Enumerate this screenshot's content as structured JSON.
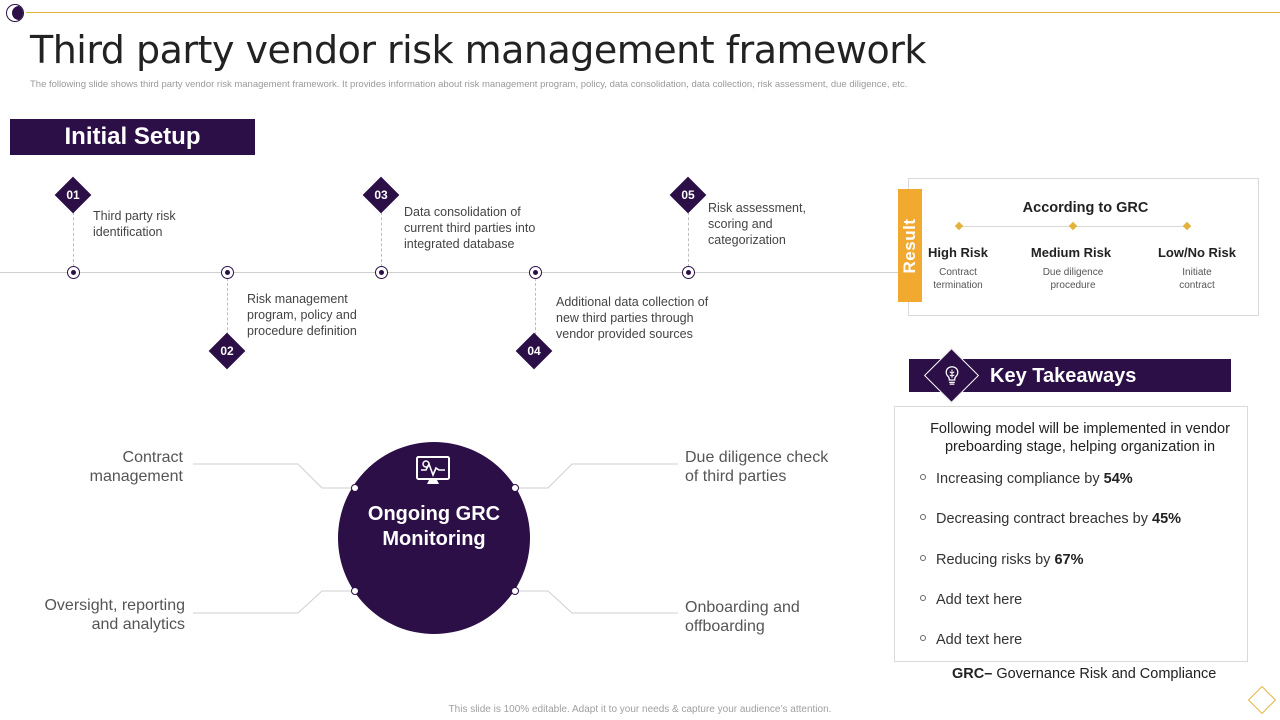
{
  "header": {
    "title": "Third party vendor risk management framework",
    "subtitle": "The following slide shows third party vendor risk management  framework. It provides information about risk management  program, policy, data consolidation, data collection, risk assessment, due diligence, etc."
  },
  "setup": {
    "banner": "Initial Setup",
    "steps": [
      {
        "num": "01",
        "text": "Third party risk identification"
      },
      {
        "num": "02",
        "text": "Risk management program, policy and procedure definition"
      },
      {
        "num": "03",
        "text": "Data consolidation of current third parties into integrated database"
      },
      {
        "num": "04",
        "text": "Additional data collection of new third parties through vendor provided sources"
      },
      {
        "num": "05",
        "text": "Risk assessment, scoring and categorization"
      }
    ]
  },
  "result": {
    "tab": "Result",
    "title": "According to GRC",
    "risks": [
      {
        "label": "High Risk",
        "desc": "Contract termination"
      },
      {
        "label": "Medium Risk",
        "desc": "Due diligence procedure"
      },
      {
        "label": "Low/No Risk",
        "desc": "Initiate contract"
      }
    ]
  },
  "monitoring": {
    "title": "Ongoing GRC Monitoring",
    "left_top": "Contract management",
    "left_bottom": "Oversight, reporting and analytics",
    "right_top": "Due diligence check of third parties",
    "right_bottom": "Onboarding and offboarding"
  },
  "takeaways": {
    "banner": "Key Takeaways",
    "intro": "Following model will be implemented in vendor preboarding stage, helping organization in",
    "items": [
      {
        "text": "Increasing compliance by ",
        "value": "54%"
      },
      {
        "text": "Decreasing contract breaches by ",
        "value": "45%"
      },
      {
        "text": "Reducing risks by ",
        "value": "67%"
      },
      {
        "text": "Add text here",
        "value": ""
      },
      {
        "text": "Add text here",
        "value": ""
      }
    ],
    "footnote_abbr": "GRC–",
    "footnote_text": " Governance Risk and Compliance"
  },
  "footer": {
    "text": "This slide is 100% editable.  Adapt it to your needs & capture your audience’s attention."
  },
  "colors": {
    "primary": "#2b0f46",
    "accent": "#f2a930",
    "gold": "#e3b23c"
  }
}
